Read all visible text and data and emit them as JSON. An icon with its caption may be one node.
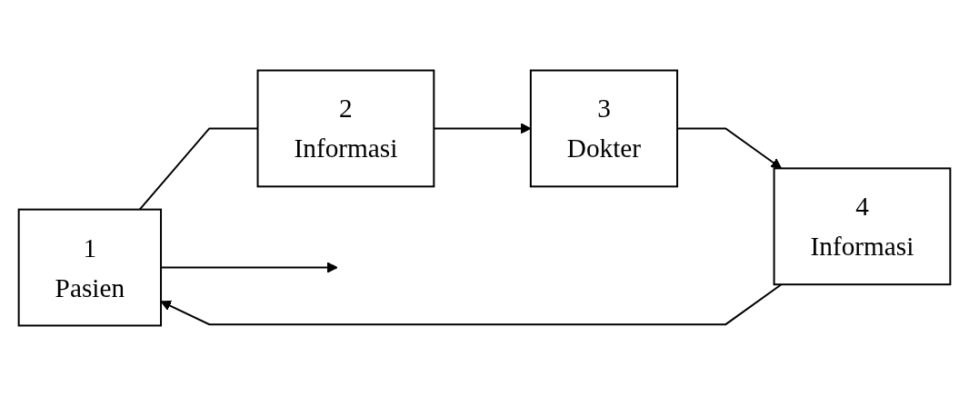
{
  "diagram": {
    "nodes": [
      {
        "text": [
          "1",
          "Pasien"
        ]
      },
      {
        "text": [
          "2",
          "Informasi"
        ]
      },
      {
        "text": [
          "3",
          "Dokter"
        ]
      },
      {
        "text": [
          "4",
          "Informasi"
        ]
      }
    ],
    "edges": [
      {
        "from": 0,
        "to": 1,
        "arrow": "none"
      },
      {
        "from": 1,
        "to": 2,
        "arrow": "to"
      },
      {
        "from": 2,
        "to": 3,
        "arrow": "to"
      },
      {
        "from": 3,
        "to": 0,
        "arrow": "to"
      },
      {
        "from": 0,
        "to": null,
        "arrow": "to"
      }
    ]
  }
}
